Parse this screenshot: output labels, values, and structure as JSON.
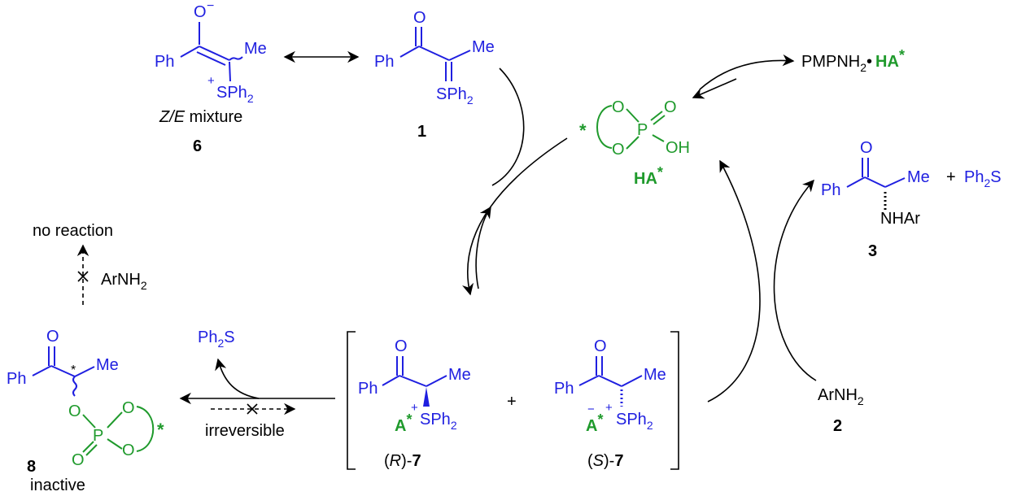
{
  "colors": {
    "substrate_blue": "#1f1fe0",
    "catalyst_green": "#1f9a2c",
    "arrows_black": "#000000"
  },
  "compound_6": {
    "oxide": "O",
    "oxide_charge": "−",
    "ph": "Ph",
    "me": "Me",
    "plus": "+",
    "sph2": "SPh",
    "sph2_sub": "2",
    "note_ze": "Z/E",
    "note_rest": " mixture",
    "number": "6"
  },
  "compound_1": {
    "o": "O",
    "ph": "Ph",
    "me": "Me",
    "sph2": "SPh",
    "sph2_sub": "2",
    "number": "1"
  },
  "catalyst": {
    "star": "*",
    "o1": "O",
    "o2": "O",
    "o3": "O",
    "p": "P",
    "oh": "OH",
    "label": "HA",
    "label_star": "*"
  },
  "pmp_salt": {
    "text": "PMPNH",
    "sub": "2",
    "dot": "•",
    "ha": "HA",
    "ha_star": "*"
  },
  "product_3": {
    "o": "O",
    "ph": "Ph",
    "me": "Me",
    "nhar": "NHAr",
    "plus": "+",
    "ph2s": "Ph",
    "ph2s_sub": "2",
    "ph2s_s": "S",
    "number": "3"
  },
  "amine_2": {
    "text": "ArNH",
    "sub": "2",
    "number": "2"
  },
  "compound_7": {
    "r": {
      "o": "O",
      "ph": "Ph",
      "me": "Me",
      "plus": "+",
      "sph2": "SPh",
      "sph2_sub": "2",
      "anion": "A",
      "anion_star": "*",
      "label_open": "(",
      "label_desc": "R",
      "label_close": ")-",
      "label_num": "7"
    },
    "plus_between": "+",
    "s": {
      "o": "O",
      "ph": "Ph",
      "me": "Me",
      "minus": "−",
      "plus": "+",
      "sph2": "SPh",
      "sph2_sub": "2",
      "anion": "A",
      "anion_star": "*",
      "label_open": "(",
      "label_desc": "S",
      "label_close": ")-",
      "label_num": "7"
    }
  },
  "side_path": {
    "no_reaction": "no reaction",
    "arnh2": "ArNH",
    "arnh2_sub": "2",
    "ph2s": "Ph",
    "ph2s_sub": "2",
    "ph2s_s": "S",
    "irreversible": "irreversible"
  },
  "compound_8": {
    "o_top": "O",
    "ph": "Ph",
    "me": "Me",
    "stereo_star": "*",
    "o_link": "O",
    "p": "P",
    "o_ring1": "O",
    "o_ring2": "O",
    "o_dbl": "O",
    "ring_star": "*",
    "number": "8",
    "note": "inactive"
  }
}
